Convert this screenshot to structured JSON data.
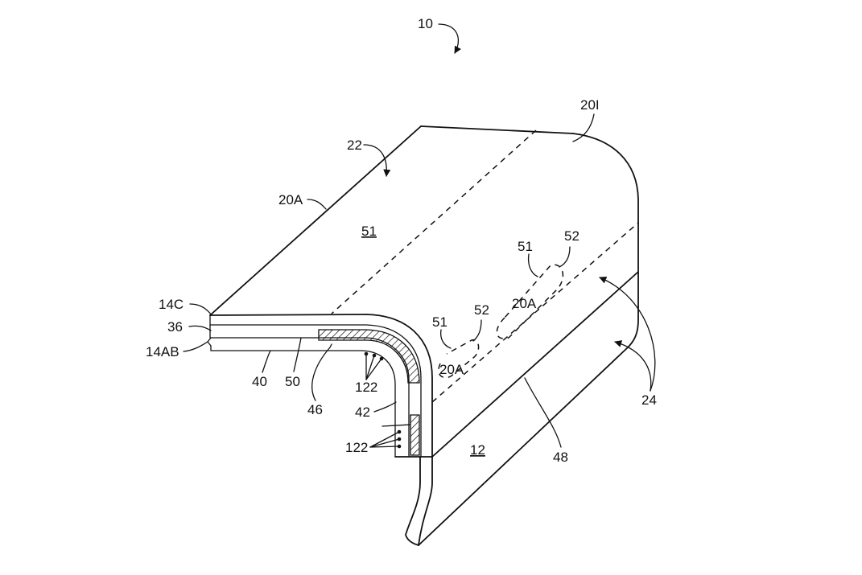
{
  "figure": {
    "ref_10": "10",
    "ref_20I": "20I",
    "ref_22": "22",
    "ref_20A_top": "20A",
    "ref_51_top": "51",
    "ref_51_mid": "51",
    "ref_52_mid": "52",
    "ref_20A_mid": "20A",
    "ref_51_low": "51",
    "ref_52_low": "52",
    "ref_20A_low": "20A",
    "ref_14C": "14C",
    "ref_36": "36",
    "ref_14AB": "14AB",
    "ref_40": "40",
    "ref_50": "50",
    "ref_46": "46",
    "ref_122_a": "122",
    "ref_42": "42",
    "ref_122_b": "122",
    "ref_12": "12",
    "ref_48": "48",
    "ref_24": "24"
  }
}
